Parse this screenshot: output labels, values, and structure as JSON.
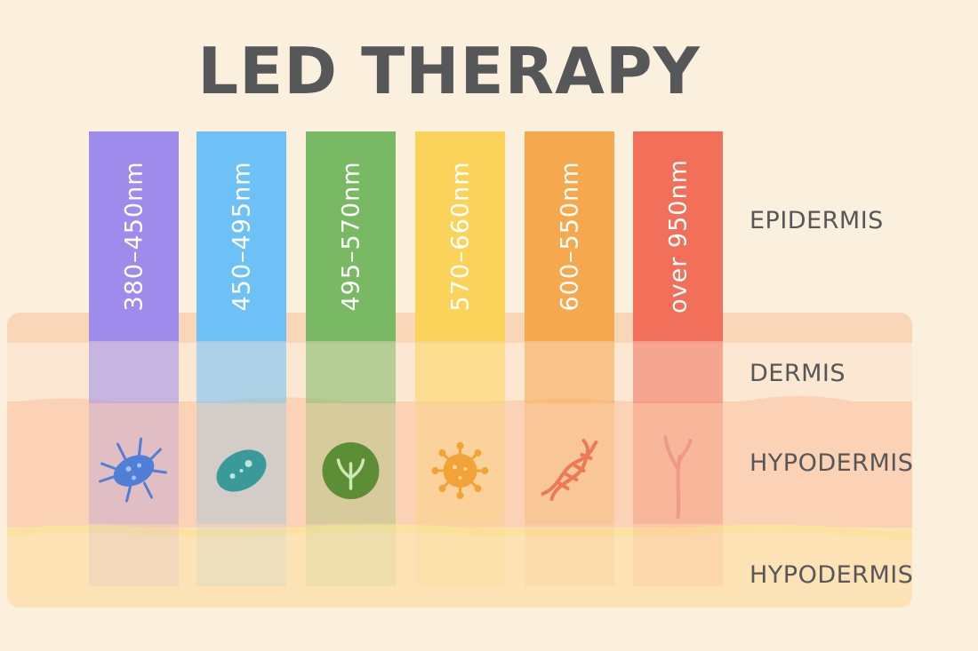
{
  "title": "LED THERAPY",
  "bands": [
    {
      "wavelength": "380–450nm",
      "color": "#9d8cec",
      "icon": "bacteria-icon",
      "icon_color": "#4f7fd6"
    },
    {
      "wavelength": "450–495nm",
      "color": "#6ec1f7",
      "icon": "cell-icon",
      "icon_color": "#3a9a9a"
    },
    {
      "wavelength": "495–570nm",
      "color": "#7ab964",
      "icon": "leaf-icon",
      "icon_color": "#5c8f35"
    },
    {
      "wavelength": "570–660nm",
      "color": "#fbd35a",
      "icon": "virus-icon",
      "icon_color": "#f2a236"
    },
    {
      "wavelength": "600–550nm",
      "color": "#f6a84e",
      "icon": "dna-icon",
      "icon_color": "#ee7a55"
    },
    {
      "wavelength": "over 950nm",
      "color": "#f2705a",
      "icon": "root-icon",
      "icon_color": "#ee9a88"
    }
  ],
  "layers": {
    "epidermis": "EPIDERMIS",
    "dermis": "DERMIS",
    "hypodermis": "HYPODERMIS",
    "hypodermis_lower": "HYPODERMIS"
  }
}
